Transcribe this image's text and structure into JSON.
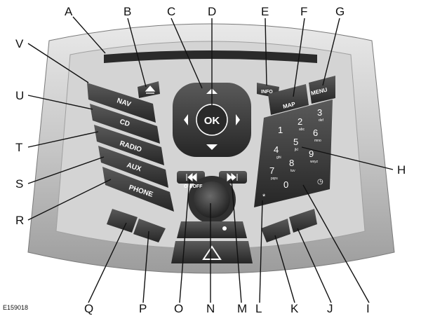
{
  "figure_ref": "E159018",
  "callouts": [
    "A",
    "B",
    "C",
    "D",
    "E",
    "F",
    "G",
    "H",
    "I",
    "J",
    "K",
    "L",
    "M",
    "N",
    "O",
    "P",
    "Q",
    "R",
    "S",
    "T",
    "U",
    "V"
  ],
  "buttons": {
    "nav": "NAV",
    "cd": "CD",
    "radio": "RADIO",
    "aux": "AUX",
    "phone": "PHONE",
    "ok": "OK",
    "info": "INFO",
    "map": "MAP",
    "menu": "MENU",
    "on_off": "ON/OFF"
  },
  "keypad": {
    "keys": [
      "1",
      "2",
      "3",
      "4",
      "5",
      "6",
      "7",
      "8",
      "9",
      "0"
    ],
    "letters": [
      "abc",
      "def",
      "ghi",
      "jkl",
      "mno",
      "pqrs",
      "tuv",
      "wxyz"
    ]
  },
  "colors": {
    "panel": "#c9c9c9",
    "buttons": "#3a3a3a",
    "lines": "#111111"
  }
}
